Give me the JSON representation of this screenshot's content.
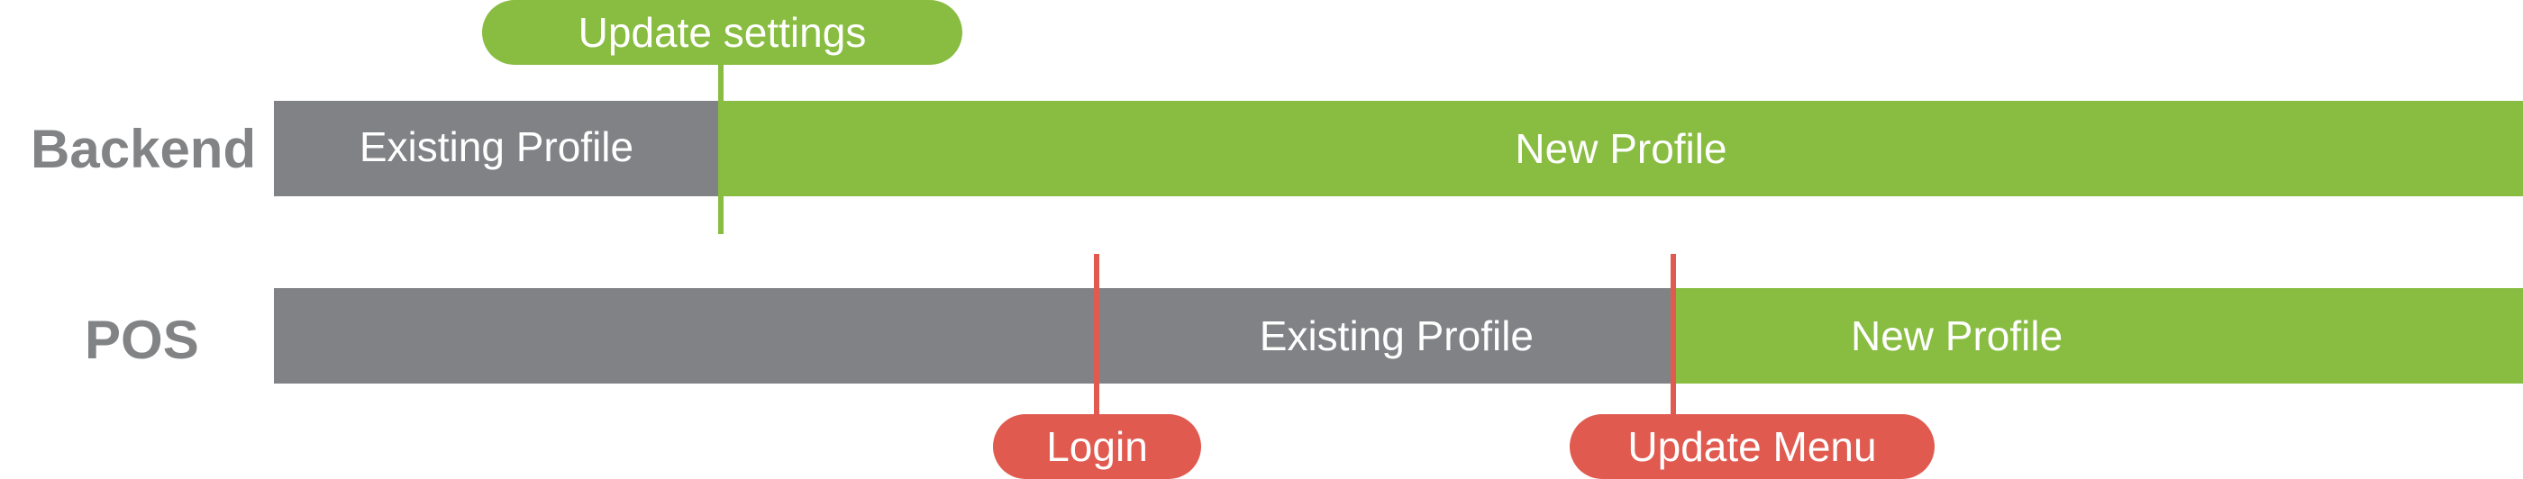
{
  "colors": {
    "existing": "#818285",
    "new": "#88bd41",
    "event_settings": "#88bd41",
    "event_pos": "#e05a4f",
    "label_text": "#828385"
  },
  "rows": {
    "backend": {
      "label": "Backend",
      "segments": [
        {
          "text": "Existing Profile",
          "kind": "existing"
        },
        {
          "text": "New Profile",
          "kind": "new"
        }
      ]
    },
    "pos": {
      "label": "POS",
      "segments": [
        {
          "text": "Existing Profile",
          "kind": "existing"
        },
        {
          "text": "New Profile",
          "kind": "new"
        }
      ]
    }
  },
  "events": {
    "update_settings": {
      "label": "Update settings",
      "row": "backend"
    },
    "login": {
      "label": "Login",
      "row": "pos"
    },
    "update_menu": {
      "label": "Update Menu",
      "row": "pos"
    }
  }
}
